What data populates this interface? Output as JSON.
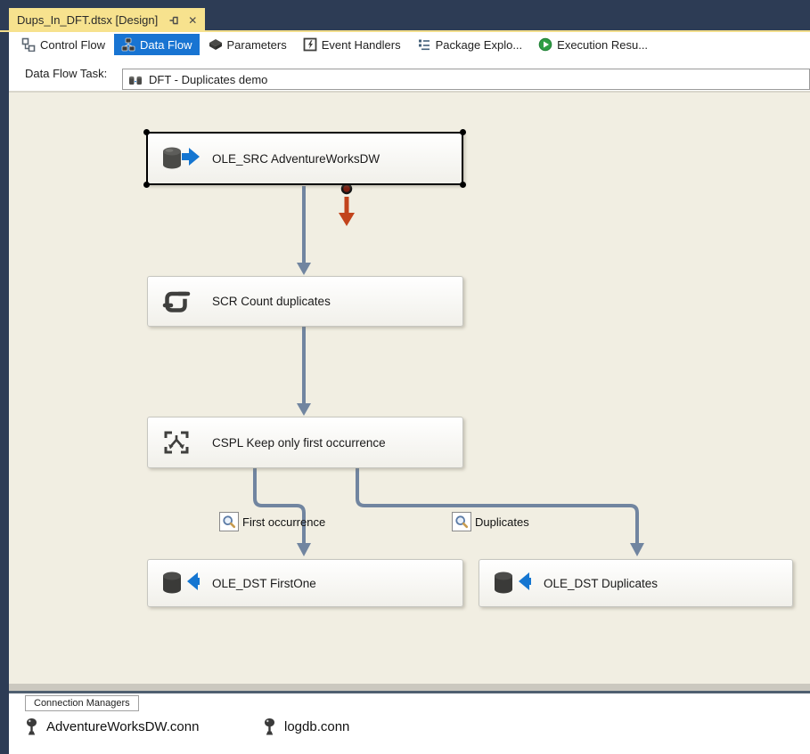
{
  "colors": {
    "titlebar_navy": "#2d3c55",
    "document_tab_yellow": "#f7e28e",
    "active_tab_blue": "#1874d2",
    "canvas_beige": "#f1eee2",
    "connector_blue_gray": "#7185a0",
    "error_output_arrow": "#c2431c",
    "icon_blue_arrow": "#1576d1",
    "icon_dark_gray": "#3f3f3d"
  },
  "title_bar": {
    "document_tab": "Dups_In_DFT.dtsx [Design]",
    "close_glyph": "✕"
  },
  "view_tabs": [
    {
      "label": "Control Flow",
      "icon": "control-flow-icon",
      "active": false
    },
    {
      "label": "Data Flow",
      "icon": "data-flow-icon",
      "active": true
    },
    {
      "label": "Parameters",
      "icon": "parameters-icon",
      "active": false
    },
    {
      "label": "Event Handlers",
      "icon": "event-handlers-icon",
      "active": false
    },
    {
      "label": "Package Explo...",
      "icon": "package-explorer-icon",
      "active": false
    },
    {
      "label": "Execution Resu...",
      "icon": "execution-results-icon",
      "active": false
    }
  ],
  "task_bar": {
    "label": "Data Flow Task:",
    "value": "DFT - Duplicates demo"
  },
  "canvas": {
    "components": [
      {
        "id": "source",
        "label": "OLE_SRC AdventureWorksDW",
        "type": "ole-db-source",
        "selected": true
      },
      {
        "id": "script",
        "label": "SCR Count duplicates",
        "type": "script-component",
        "selected": false
      },
      {
        "id": "split",
        "label": "CSPL Keep only first occurrence",
        "type": "conditional-split",
        "selected": false
      },
      {
        "id": "dest-first",
        "label": "OLE_DST FirstOne",
        "type": "ole-db-destination",
        "selected": false
      },
      {
        "id": "dest-dups",
        "label": "OLE_DST Duplicates",
        "type": "ole-db-destination",
        "selected": false
      }
    ],
    "path_labels": [
      {
        "label": "First occurrence"
      },
      {
        "label": "Duplicates"
      }
    ]
  },
  "connection_managers": {
    "header": "Connection Managers",
    "items": [
      {
        "label": "AdventureWorksDW.conn"
      },
      {
        "label": "logdb.conn"
      }
    ]
  }
}
